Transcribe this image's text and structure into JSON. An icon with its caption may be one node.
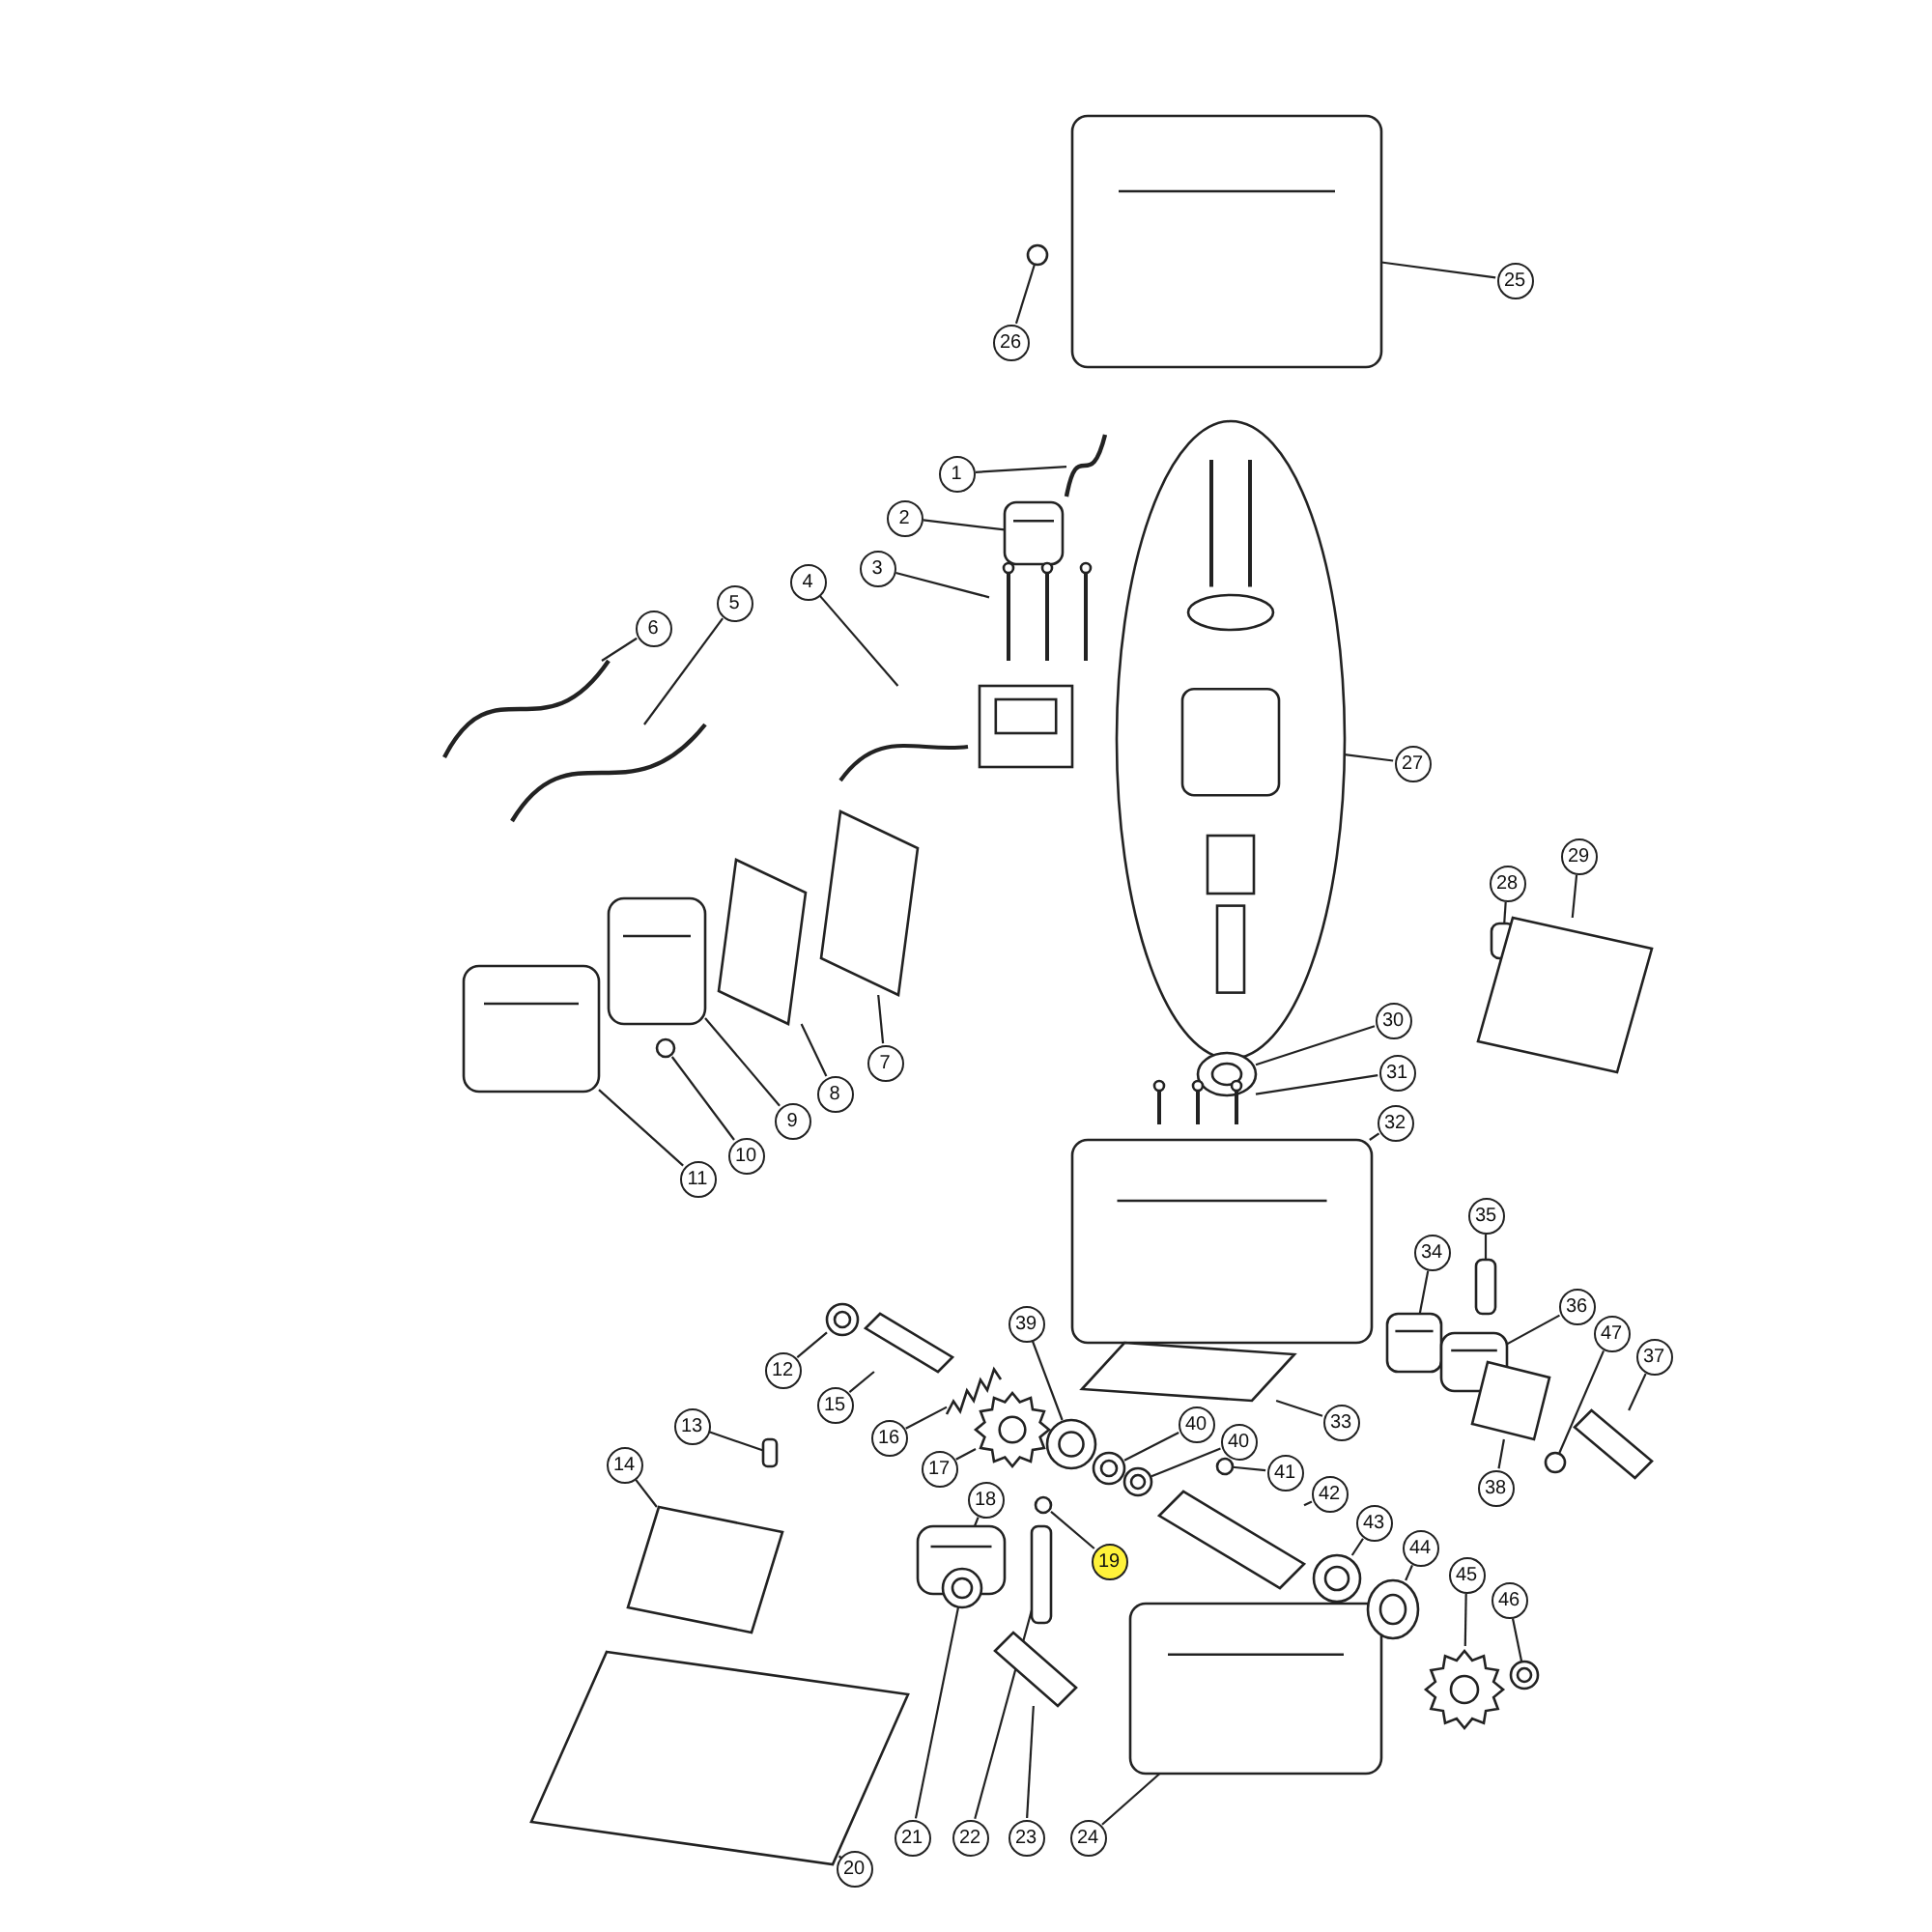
{
  "diagram": {
    "nodes": [
      {
        "text": [
          "1"
        ]
      },
      {
        "text": [
          "2"
        ]
      },
      {
        "text": [
          "3"
        ]
      },
      {
        "text": [
          "4"
        ]
      },
      {
        "text": [
          "5"
        ]
      },
      {
        "text": [
          "6"
        ]
      },
      {
        "text": [
          "7"
        ]
      },
      {
        "text": [
          "8"
        ]
      },
      {
        "text": [
          "9"
        ]
      },
      {
        "text": [
          "10"
        ]
      },
      {
        "text": [
          "11"
        ]
      },
      {
        "text": [
          "12"
        ]
      },
      {
        "text": [
          "13"
        ]
      },
      {
        "text": [
          "14"
        ]
      },
      {
        "text": [
          "15"
        ]
      },
      {
        "text": [
          "16"
        ]
      },
      {
        "text": [
          "17"
        ]
      },
      {
        "text": [
          "18"
        ]
      },
      {
        "text": [
          "19"
        ]
      },
      {
        "text": [
          "20"
        ]
      },
      {
        "text": [
          "21"
        ]
      },
      {
        "text": [
          "22"
        ]
      },
      {
        "text": [
          "23"
        ]
      },
      {
        "text": [
          "24"
        ]
      },
      {
        "text": [
          "25"
        ]
      },
      {
        "text": [
          "26"
        ]
      },
      {
        "text": [
          "27"
        ]
      },
      {
        "text": [
          "28"
        ]
      },
      {
        "text": [
          "29"
        ]
      },
      {
        "text": [
          "30"
        ]
      },
      {
        "text": [
          "31"
        ]
      },
      {
        "text": [
          "32"
        ]
      },
      {
        "text": [
          "33"
        ]
      },
      {
        "text": [
          "34"
        ]
      },
      {
        "text": [
          "35"
        ]
      },
      {
        "text": [
          "36"
        ]
      },
      {
        "text": [
          "37"
        ]
      },
      {
        "text": [
          "38"
        ]
      },
      {
        "text": [
          "39"
        ]
      },
      {
        "text": [
          "40"
        ]
      },
      {
        "text": [
          "40"
        ]
      },
      {
        "text": [
          "41"
        ]
      },
      {
        "text": [
          "42"
        ]
      },
      {
        "text": [
          "43"
        ]
      },
      {
        "text": [
          "44"
        ]
      },
      {
        "text": [
          "45"
        ]
      },
      {
        "text": [
          "46"
        ]
      },
      {
        "text": [
          "47"
        ]
      },
      {
        "text": [],
        "shape": "picture"
      },
      {
        "text": [],
        "shape": "picture"
      },
      {
        "text": [],
        "shape": "picture"
      },
      {
        "text": [],
        "shape": "picture"
      },
      {
        "text": [],
        "shape": "picture"
      },
      {
        "text": [],
        "shape": "picture"
      },
      {
        "text": [],
        "shape": "picture"
      },
      {
        "text": [],
        "shape": "picture"
      },
      {
        "text": [],
        "shape": "picture"
      },
      {
        "text": [],
        "shape": "circle"
      },
      {
        "text": [],
        "shape": "picture"
      },
      {
        "text": [],
        "shape": "picture"
      },
      {
        "text": [],
        "shape": "box"
      },
      {
        "text": [],
        "shape": "picture"
      },
      {
        "text": [],
        "shape": "picture"
      },
      {
        "text": [],
        "shape": "picture"
      },
      {
        "text": [],
        "shape": "picture"
      },
      {
        "text": [],
        "shape": "picture"
      },
      {
        "text": [],
        "shape": "circle"
      },
      {
        "text": [],
        "shape": "picture"
      },
      {
        "text": [],
        "shape": "picture"
      },
      {
        "text": [],
        "shape": "box"
      },
      {
        "text": [],
        "shape": "picture"
      },
      {
        "text": [],
        "shape": "picture"
      },
      {
        "text": [],
        "shape": "picture"
      },
      {
        "text": [],
        "shape": "circle"
      },
      {
        "text": [],
        "shape": "picture"
      },
      {
        "text": [],
        "shape": "box"
      },
      {
        "text": [],
        "shape": "picture"
      },
      {
        "text": [],
        "shape": "picture"
      },
      {
        "text": [],
        "shape": "picture"
      },
      {
        "text": [],
        "shape": "picture"
      },
      {
        "text": [],
        "shape": "picture"
      },
      {
        "text": [],
        "shape": "picture"
      },
      {
        "text": [],
        "shape": "box"
      },
      {
        "text": [],
        "shape": "picture"
      },
      {
        "text": [],
        "shape": "picture"
      },
      {
        "text": [],
        "shape": "picture"
      },
      {
        "text": [],
        "shape": "picture"
      },
      {
        "text": [],
        "shape": "picture"
      },
      {
        "text": [],
        "shape": "picture"
      },
      {
        "text": [],
        "shape": "circle"
      },
      {
        "text": [],
        "shape": "picture"
      },
      {
        "text": [],
        "shape": "picture"
      },
      {
        "text": [],
        "shape": "picture"
      },
      {
        "text": [],
        "shape": "picture"
      },
      {
        "text": [],
        "shape": "picture"
      },
      {
        "text": [],
        "shape": "circle"
      }
    ],
    "edges": [
      {
        "from": 0,
        "to": 48,
        "arrow": "none"
      },
      {
        "from": 1,
        "to": 49,
        "arrow": "none"
      },
      {
        "from": 2,
        "to": 50,
        "arrow": "none"
      },
      {
        "from": 3,
        "to": 51,
        "arrow": "none"
      },
      {
        "from": 4,
        "to": 52,
        "arrow": "none"
      },
      {
        "from": 5,
        "to": 53,
        "arrow": "none"
      },
      {
        "from": 6,
        "to": 54,
        "arrow": "none"
      },
      {
        "from": 7,
        "to": 55,
        "arrow": "none"
      },
      {
        "from": 8,
        "to": 56,
        "arrow": "none"
      },
      {
        "from": 9,
        "to": 57,
        "arrow": "none"
      },
      {
        "from": 10,
        "to": 58,
        "arrow": "none"
      },
      {
        "from": 11,
        "to": 59,
        "arrow": "none"
      },
      {
        "from": 12,
        "to": 60,
        "arrow": "none"
      },
      {
        "from": 13,
        "to": 61,
        "arrow": "none"
      },
      {
        "from": 14,
        "to": 62,
        "arrow": "none"
      },
      {
        "from": 15,
        "to": 63,
        "arrow": "none"
      },
      {
        "from": 16,
        "to": 64,
        "arrow": "none"
      },
      {
        "from": 17,
        "to": 65,
        "arrow": "none"
      },
      {
        "from": 18,
        "to": 66,
        "arrow": "none"
      },
      {
        "from": 19,
        "to": 67,
        "arrow": "none"
      },
      {
        "from": 20,
        "to": 68,
        "arrow": "none"
      },
      {
        "from": 21,
        "to": 69,
        "arrow": "none"
      },
      {
        "from": 22,
        "to": 70,
        "arrow": "none"
      },
      {
        "from": 23,
        "to": 71,
        "arrow": "none"
      },
      {
        "from": 24,
        "to": 72,
        "arrow": "none"
      },
      {
        "from": 25,
        "to": 73,
        "arrow": "none"
      },
      {
        "from": 26,
        "to": 74,
        "arrow": "none"
      },
      {
        "from": 27,
        "to": 75,
        "arrow": "none"
      },
      {
        "from": 28,
        "to": 76,
        "arrow": "none"
      },
      {
        "from": 29,
        "to": 77,
        "arrow": "none"
      },
      {
        "from": 30,
        "to": 78,
        "arrow": "none"
      },
      {
        "from": 31,
        "to": 79,
        "arrow": "none"
      },
      {
        "from": 32,
        "to": 80,
        "arrow": "none"
      },
      {
        "from": 33,
        "to": 81,
        "arrow": "none"
      },
      {
        "from": 34,
        "to": 82,
        "arrow": "none"
      },
      {
        "from": 35,
        "to": 83,
        "arrow": "none"
      },
      {
        "from": 36,
        "to": 84,
        "arrow": "none"
      },
      {
        "from": 37,
        "to": 85,
        "arrow": "none"
      },
      {
        "from": 38,
        "to": 86,
        "arrow": "none"
      },
      {
        "from": 39,
        "to": 87,
        "arrow": "none"
      },
      {
        "from": 40,
        "to": 88,
        "arrow": "none"
      },
      {
        "from": 41,
        "to": 89,
        "arrow": "none"
      },
      {
        "from": 42,
        "to": 90,
        "arrow": "none"
      },
      {
        "from": 43,
        "to": 91,
        "arrow": "none"
      },
      {
        "from": 44,
        "to": 92,
        "arrow": "none"
      },
      {
        "from": 45,
        "to": 93,
        "arrow": "none"
      },
      {
        "from": 46,
        "to": 94,
        "arrow": "none"
      },
      {
        "from": 47,
        "to": 95,
        "arrow": "none"
      }
    ]
  }
}
